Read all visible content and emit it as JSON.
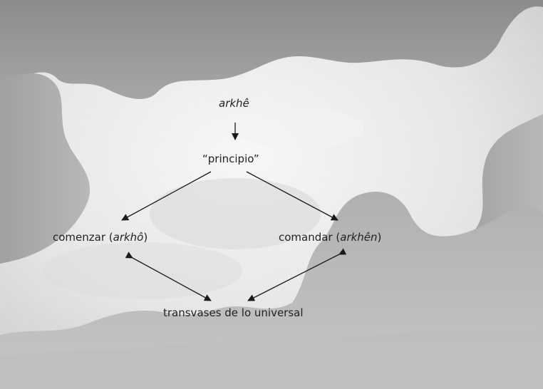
{
  "diagram": {
    "top": "arkhê",
    "middle": "“principio”",
    "left_prefix": "comenzar (",
    "left_term": "arkhô",
    "left_suffix": ")",
    "right_prefix": "comandar (",
    "right_term": "arkhên",
    "right_suffix": ")",
    "bottom": "transvases de lo universal"
  },
  "colors": {
    "sky": "#ececec",
    "rock": "#9a9a9a",
    "text": "#222222",
    "arrow": "#1a1a1a"
  }
}
